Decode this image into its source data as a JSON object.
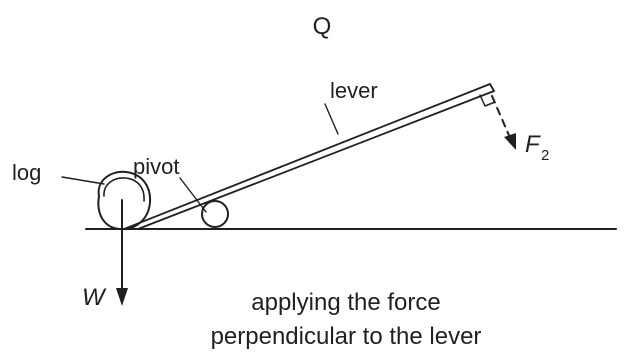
{
  "diagram": {
    "title": "Q",
    "labels": {
      "lever": "lever",
      "pivot": "pivot",
      "log": "log",
      "force": "F",
      "force_subscript": "2",
      "weight": "W"
    },
    "caption": {
      "line1": "applying the force",
      "line2": "perpendicular to the lever"
    }
  }
}
